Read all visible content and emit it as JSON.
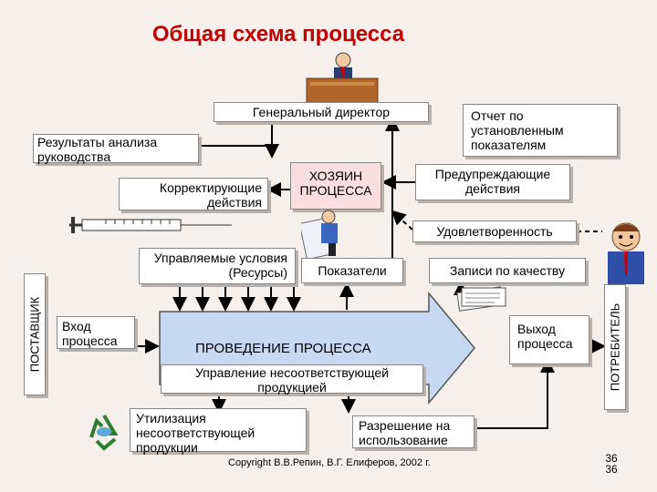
{
  "title": "Общая схема процесса",
  "director": "Генеральный директор",
  "report": "Отчет по установленным показателям",
  "analysis": "Результаты анализа руководства",
  "corrective": "Корректирующие действия",
  "owner": "ХОЗЯИН ПРОЦЕССА",
  "preventive": "Предупреждающие действия",
  "satisfaction": "Удовлетворенность",
  "resources": "Управляемые условия (Ресурсы)",
  "indicators": "Показатели",
  "quality_records": "Записи по качеству",
  "supplier": "ПОСТАВЩИК",
  "consumer": "ПОТРЕБИТЕЛЬ",
  "input": "Вход процесса",
  "process": "ПРОВЕДЕНИЕ ПРОЦЕССА",
  "output": "Выход процесса",
  "nonconforming": "Управление несоответствующей продукцией",
  "disposal": "Утилизация несоответствующей продукции",
  "permission": "Разрешение на использование",
  "copyright": "Copyright В.В.Репин, В.Г. Елиферов, 2002 г.",
  "page_number": "36",
  "page_number_repeat": "36",
  "colors": {
    "title": "#c00000",
    "process_arrow": "#c7d9f2",
    "pink_box": "#f8dede"
  },
  "icons": [
    "director-desk-icon",
    "process-owner-icon",
    "consumer-person-icon",
    "syringe-icon",
    "documents-icon",
    "recycle-icon"
  ]
}
